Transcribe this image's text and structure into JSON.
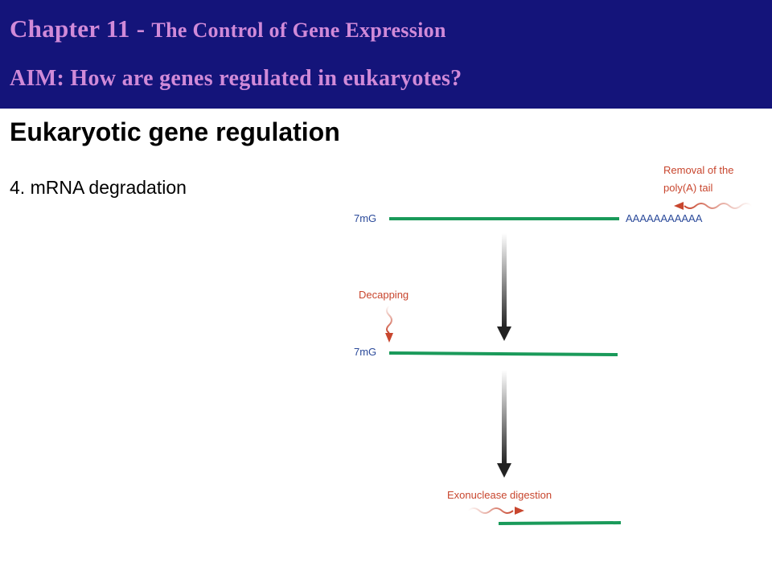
{
  "header": {
    "chapter_prefix": "Chapter 11 - ",
    "chapter_title": "The Control of Gene Expression",
    "aim": "AIM: How are genes regulated in eukaryotes?",
    "background_color": "#14147a",
    "text_color": "#d08ad8"
  },
  "main": {
    "heading": "Eukaryotic gene regulation",
    "bullet": "4. mRNA degradation"
  },
  "diagram": {
    "removal_label_line1": "Removal of the",
    "removal_label_line2": "poly(A) tail",
    "cap_label_1": "7mG",
    "polya_label": "AAAAAAAAAAA",
    "decapping_label": "Decapping",
    "cap_label_2": "7mG",
    "exonuclease_label": "Exonuclease digestion",
    "strand_color": "#1a9a5a",
    "label_color": "#c8462e",
    "cap_color": "#2b4a9a"
  }
}
